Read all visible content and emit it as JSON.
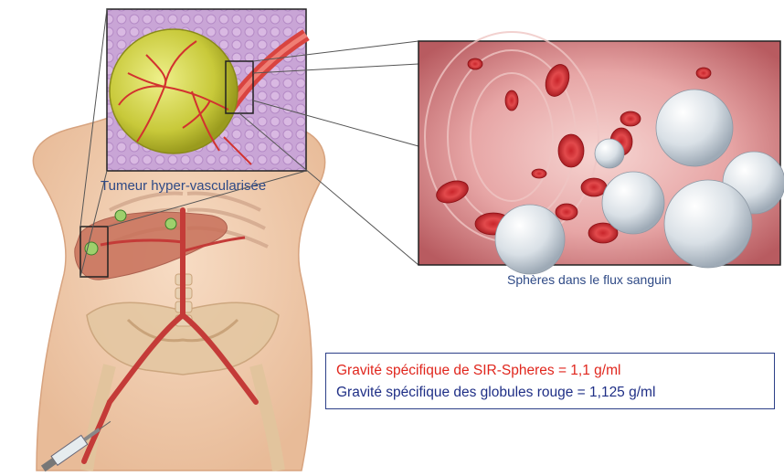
{
  "labels": {
    "tumor_caption": "Tumeur hyper-vascularisée",
    "spheres_caption": "Sphères dans le flux sanguin"
  },
  "info": {
    "sir_spheres_gravity": "Gravité spécifique de SIR-Spheres = 1,1 g/ml",
    "red_cells_gravity": "Gravité spécifique des globules rouge = 1,125 g/ml"
  },
  "colors": {
    "caption_blue": "#2f4a86",
    "highlight_red": "#e0261d",
    "text_navy": "#1f2f86",
    "box_border": "#2c3f88"
  },
  "icons": [
    "human-torso-illustration",
    "tumor-illustration",
    "blood-vessel-illustration",
    "syringe-icon"
  ]
}
